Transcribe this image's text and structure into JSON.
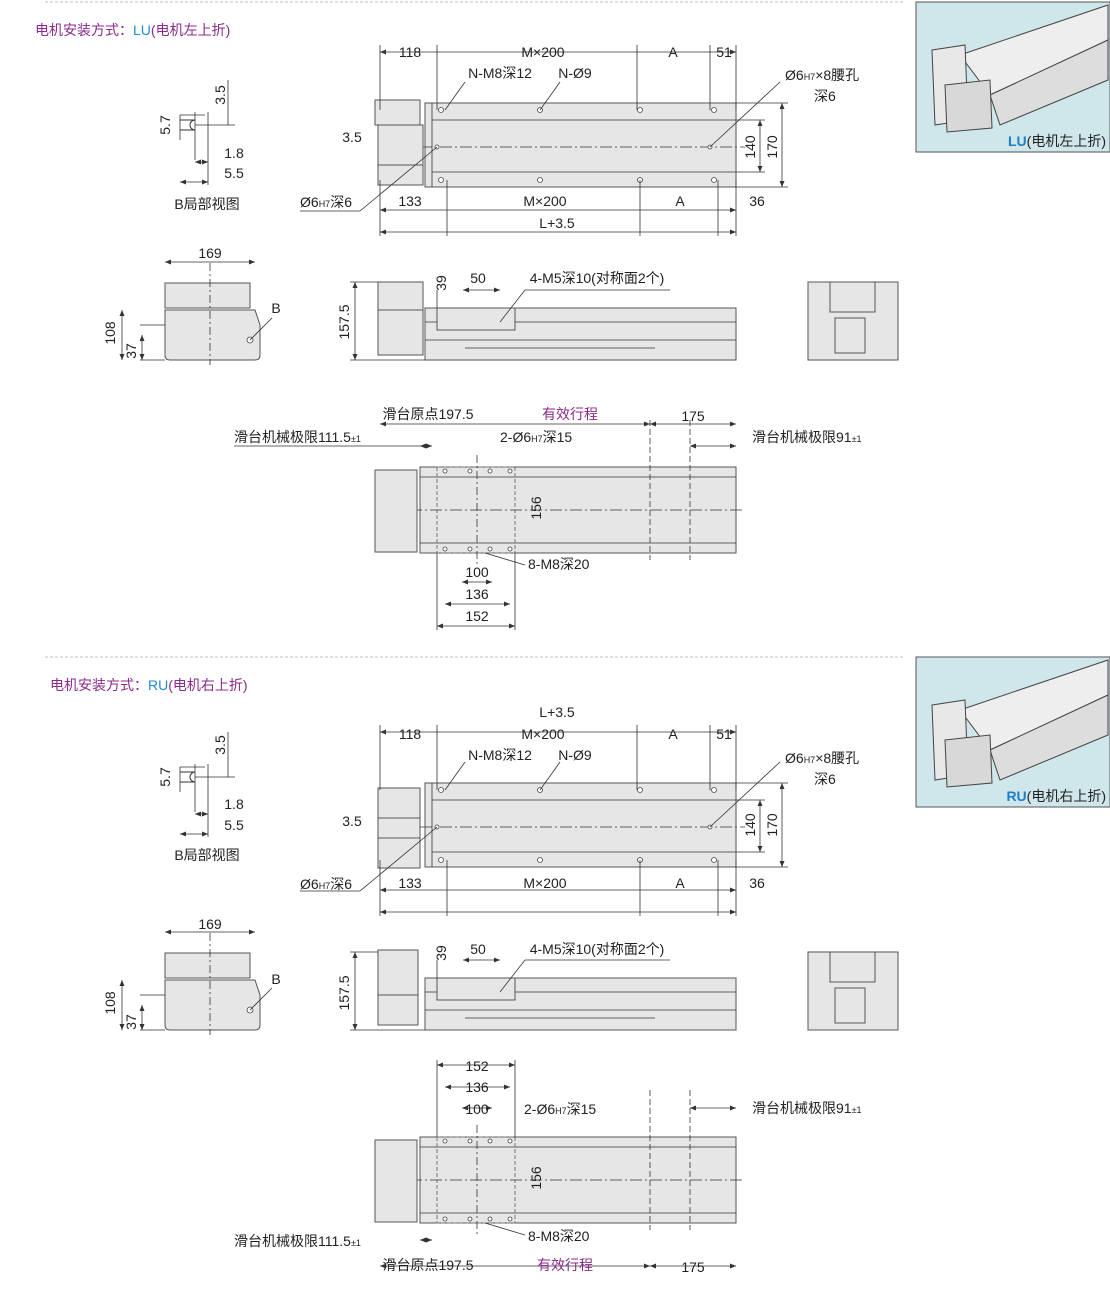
{
  "colors": {
    "title": "#8b2a8b",
    "code": "#1a8fd0",
    "photo_bg": "#cfe6ea",
    "part_fill": "#e6e6e6"
  },
  "sections": [
    {
      "title_prefix": "电机安装方式：",
      "code": "LU",
      "title_suffix": "(电机左上折)",
      "photo_code": "LU",
      "photo_suffix": "(电机左上折)",
      "top": {
        "d118": "118",
        "m200_top": "M×200",
        "a_top": "A",
        "d51": "51",
        "n_m8": "N-M8深12",
        "n_d9": "N-Ø9",
        "slot_pre": "Ø6",
        "slot_sub": "H7",
        "slot_post": "×8腰孔",
        "slot_depth": "深6",
        "d3_5": "3.5",
        "d140": "140",
        "d170": "170",
        "pin_pre": "Ø6",
        "pin_sub": "H7",
        "pin_post": "深6",
        "d133": "133",
        "m200_bot": "M×200",
        "a_bot": "A",
        "d36": "36",
        "l35": "L+3.5"
      },
      "bview": {
        "d3_5": "3.5",
        "d5_7": "5.7",
        "d1_8": "1.8",
        "d5_5": "5.5",
        "label": "B局部视图"
      },
      "end": {
        "d169": "169",
        "b": "B",
        "d108": "108",
        "d37": "37"
      },
      "side": {
        "d157_5": "157.5",
        "d39": "39",
        "d50": "50",
        "m5": "4-M5深10(对称面2个)"
      },
      "bottom": {
        "origin": "滑台原点197.5",
        "stroke": "有效行程",
        "d175": "175",
        "limit_l": "滑台机械极限111.5",
        "limit_l_tol": "±1",
        "limit_r": "滑台机械极限91",
        "limit_r_tol": "±1",
        "pin_pre": "2-Ø6",
        "pin_sub": "H7",
        "pin_post": "深15",
        "d156": "156",
        "m8": "8-M8深20",
        "d100": "100",
        "d136": "136",
        "d152": "152"
      }
    },
    {
      "title_prefix": "电机安装方式：",
      "code": "RU",
      "title_suffix": "(电机右上折)",
      "photo_code": "RU",
      "photo_suffix": "(电机右上折)",
      "top": {
        "d118": "118",
        "m200_top": "M×200",
        "a_top": "A",
        "d51": "51",
        "n_m8": "N-M8深12",
        "n_d9": "N-Ø9",
        "slot_pre": "Ø6",
        "slot_sub": "H7",
        "slot_post": "×8腰孔",
        "slot_depth": "深6",
        "d3_5": "3.5",
        "d140": "140",
        "d170": "170",
        "pin_pre": "Ø6",
        "pin_sub": "H7",
        "pin_post": "深6",
        "d133": "133",
        "m200_bot": "M×200",
        "a_bot": "A",
        "d36": "36",
        "l35": "L+3.5"
      },
      "bview": {
        "d3_5": "3.5",
        "d5_7": "5.7",
        "d1_8": "1.8",
        "d5_5": "5.5",
        "label": "B局部视图"
      },
      "end": {
        "d169": "169",
        "b": "B",
        "d108": "108",
        "d37": "37"
      },
      "side": {
        "d157_5": "157.5",
        "d39": "39",
        "d50": "50",
        "m5": "4-M5深10(对称面2个)"
      },
      "bottom": {
        "origin": "滑台原点197.5",
        "stroke": "有效行程",
        "d175": "175",
        "limit_l": "滑台机械极限111.5",
        "limit_l_tol": "±1",
        "limit_r": "滑台机械极限91",
        "limit_r_tol": "±1",
        "pin_pre": "2-Ø6",
        "pin_sub": "H7",
        "pin_post": "深15",
        "d156": "156",
        "m8": "8-M8深20",
        "d100": "100",
        "d136": "136",
        "d152": "152"
      }
    }
  ]
}
